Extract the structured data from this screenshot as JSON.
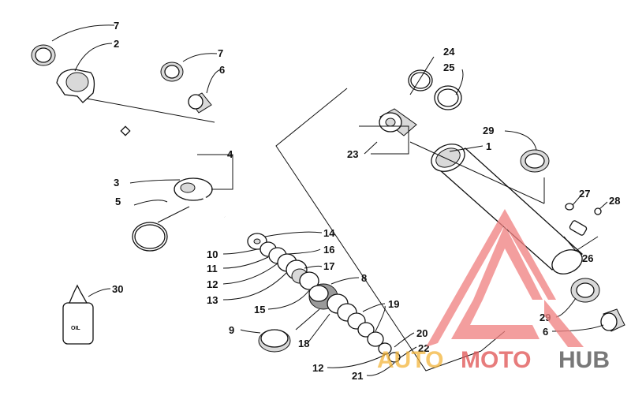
{
  "diagram": {
    "callouts": [
      "7",
      "2",
      "7",
      "6",
      "3",
      "4",
      "5",
      "24",
      "25",
      "23",
      "1",
      "29",
      "27",
      "28",
      "26",
      "14",
      "16",
      "10",
      "11",
      "17",
      "12",
      "8",
      "13",
      "15",
      "19",
      "9",
      "18",
      "20",
      "22",
      "12",
      "21",
      "29",
      "6",
      "30"
    ],
    "bottle_label": "OIL"
  },
  "watermark": {
    "text_part1": "AUTO",
    "text_part2": "MOTO",
    "text_part3": "HUB",
    "colors": {
      "triangle": "#f08080",
      "auto": "#f3b233",
      "moto": "#e05555",
      "hub": "#5a5a5a"
    }
  }
}
